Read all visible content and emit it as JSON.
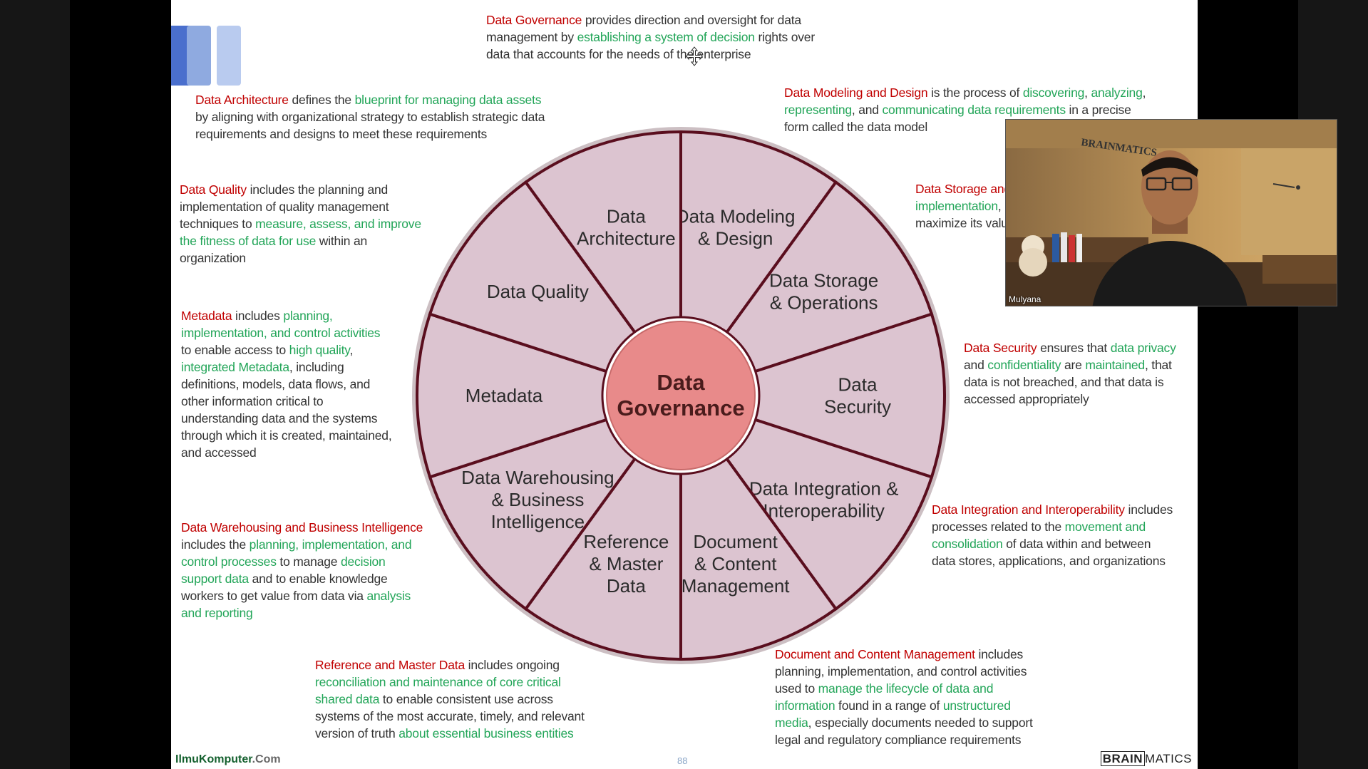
{
  "colors": {
    "red_term": "#c00000",
    "green_term": "#22a558",
    "wheel_fill": "#dcc4d0",
    "wheel_stroke": "#5a0e1e",
    "center_fill": "#e88a8a"
  },
  "wheel": {
    "center": [
      "Data",
      "Governance"
    ],
    "segments": [
      {
        "name": "data-modeling-design",
        "lines": [
          "Data Modeling",
          "& Design"
        ]
      },
      {
        "name": "data-storage-operations",
        "lines": [
          "Data Storage",
          "& Operations"
        ]
      },
      {
        "name": "data-security",
        "lines": [
          "Data",
          "Security"
        ]
      },
      {
        "name": "data-integration-interoperability",
        "lines": [
          "Data Integration &",
          "Interoperability"
        ]
      },
      {
        "name": "document-content-management",
        "lines": [
          "Document",
          "& Content",
          "Management"
        ]
      },
      {
        "name": "reference-master-data",
        "lines": [
          "Reference",
          "& Master",
          "Data"
        ]
      },
      {
        "name": "data-warehousing-bi",
        "lines": [
          "Data Warehousing",
          "& Business",
          "Intelligence"
        ]
      },
      {
        "name": "metadata",
        "lines": [
          "Metadata"
        ]
      },
      {
        "name": "data-quality",
        "lines": [
          "Data Quality"
        ]
      },
      {
        "name": "data-architecture",
        "lines": [
          "Data",
          "Architecture"
        ]
      }
    ]
  },
  "desc": {
    "governance": {
      "term": "Data Governance",
      "t1": " provides direction and oversight for data management by ",
      "g1": "establishing a system of decision",
      "t2": " rights over data that accounts for the needs of the enterprise"
    },
    "architecture": {
      "term": "Data Architecture",
      "t1": " defines the ",
      "g1": "blueprint for managing data assets",
      "t2": " by aligning with organizational strategy to establish strategic data requirements and designs to meet these requirements"
    },
    "modeling": {
      "term": "Data Modeling and Design",
      "t1": " is the process of ",
      "g1": "discovering",
      "t2": ", ",
      "g2": "analyzing",
      "t3": ", ",
      "g3": "representing",
      "t4": ", and ",
      "g4": "communicating data requirements",
      "t5": " in a precise form called the data model"
    },
    "quality": {
      "term": "Data Quality",
      "t1": " includes the planning and implementation of quality management techniques to ",
      "g1": "measure, assess, and improve the fitness of data for use",
      "t2": " within an organization"
    },
    "storage": {
      "term": "Data Storage and",
      "g1": "implementation",
      "t1": ", a",
      "t2": "maximize its value"
    },
    "metadata": {
      "term": "Metadata",
      "t1": " includes ",
      "g1": "planning, implementation, and control activities",
      "t2": " to enable access to ",
      "g2": "high quality",
      "t3": ", ",
      "g3": "integrated Metadata",
      "t4": ", including definitions, models, data flows, and other information critical to understanding data and the systems through which it is created, maintained, and accessed"
    },
    "security": {
      "term": "Data Security",
      "t1": " ensures that ",
      "g1": "data privacy",
      "t2": " and ",
      "g2": "confidentiality",
      "t3": " are ",
      "g3": "maintained",
      "t4": ", that data is not breached, and that data is accessed appropriately"
    },
    "warehousing": {
      "term": "Data Warehousing and Business Intelligence",
      "t1": " includes the ",
      "g1": "planning, implementation, and control processes",
      "t2": " to manage ",
      "g2": "decision support data",
      "t3": " and to enable knowledge workers to get value from data via ",
      "g3": "analysis and reporting"
    },
    "integration": {
      "term": "Data Integration and Interoperability",
      "t1": " includes processes related to the ",
      "g1": "movement and consolidation",
      "t2": " of data within and between data stores, applications, and organizations"
    },
    "reference": {
      "term": "Reference and Master Data",
      "t1": " includes ongoing ",
      "g1": "reconciliation and maintenance of core critical shared data",
      "t2": " to enable consistent use across systems of the most accurate, timely, and relevant version of truth ",
      "g2": "about essential business entities"
    },
    "document": {
      "term": "Document and Content Management",
      "t1": " includes planning, implementation, and control activities used to ",
      "g1": "manage the lifecycle of data and information",
      "t2": " found in a range of ",
      "g2": "unstructured media",
      "t3": ", especially documents needed to support legal and regulatory compliance requirements"
    }
  },
  "footer": {
    "brand": "IlmuKomputer",
    "brand_suffix": ".Com",
    "page": "88",
    "logo_boxed": "BRAIN",
    "logo_rest": "MATICS"
  },
  "video": {
    "participant": "Mulyana",
    "wall_logo": "BRAINMATICS"
  }
}
